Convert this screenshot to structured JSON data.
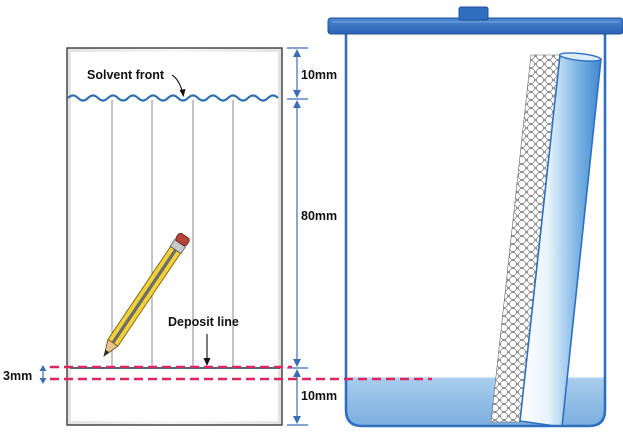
{
  "labels": {
    "solvent_front": "Solvent front",
    "deposit_line": "Deposit line",
    "dim_top": "10mm",
    "dim_middle": "80mm",
    "dim_bottom": "10mm",
    "dim_offset": "3mm"
  },
  "plate": {
    "lane_count": 4
  },
  "colors": {
    "dimension_line": "#3a6fb5",
    "reference_dash": "#e0245e",
    "solvent_front_wave": "#2f6fb0",
    "deposit_line": "#1c5a6e",
    "tank_outline": "#2f6fc0",
    "lid_fill": "#2f6fc0",
    "solvent_fill": "#8fbce6",
    "pencil_body": "#f2d23a",
    "pencil_tip": "#2b2b2b",
    "pencil_eraser": "#b5443a"
  },
  "icons": {
    "pencil": "pencil-icon",
    "lid": "tank-lid",
    "rolled_paper": "rolled-plate-icon"
  }
}
